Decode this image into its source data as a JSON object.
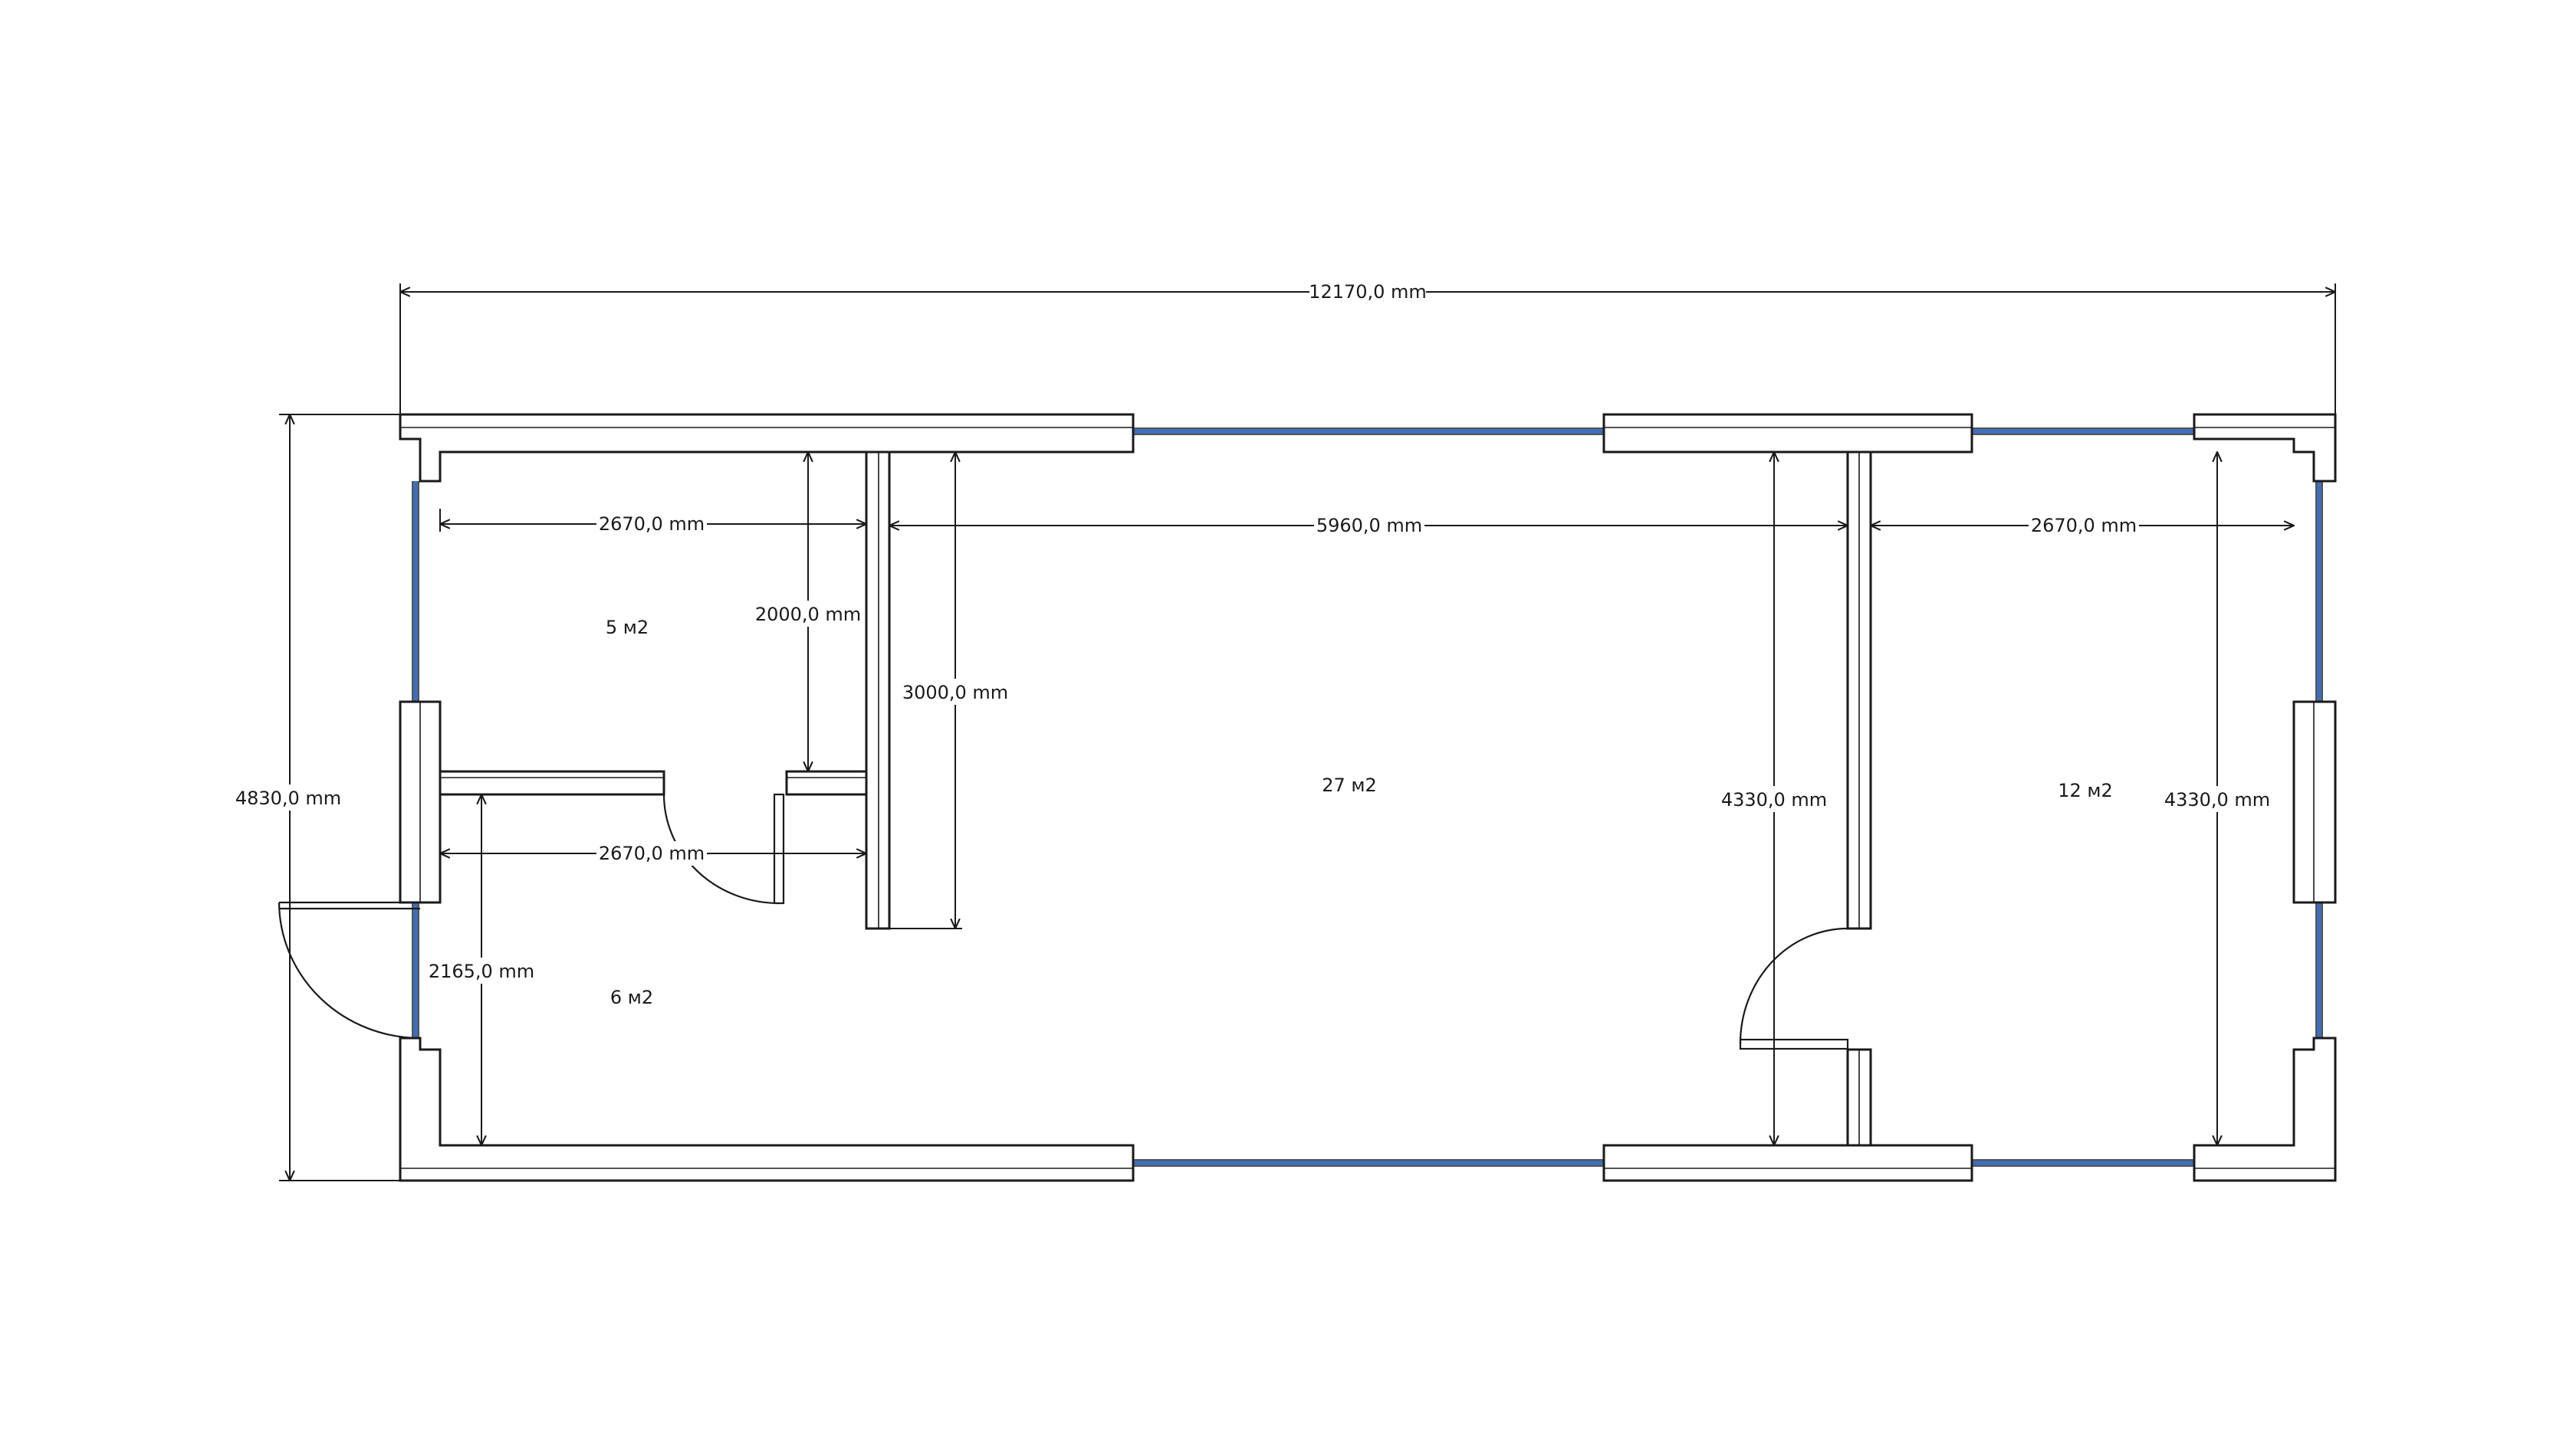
{
  "colors": {
    "wall": "#1a1a1a",
    "window": "#3e6fb8",
    "background": "#ffffff"
  },
  "dimensions": {
    "total_width": "12170,0 mm",
    "total_height": "4830,0 mm",
    "room1_width": "2670,0 mm",
    "room1_depth": "2000,0 mm",
    "corridor_depth": "3000,0 mm",
    "main_width": "5960,0 mm",
    "main_height": "4330,0 mm",
    "right_width": "2670,0 mm",
    "right_height": "4330,0 mm",
    "room2_width": "2670,0 mm",
    "room2_depth": "2165,0 mm"
  },
  "rooms": {
    "room_top_left": "5 м2",
    "room_bottom_left": "6 м2",
    "room_main": "27 м2",
    "room_right": "12 м2"
  }
}
